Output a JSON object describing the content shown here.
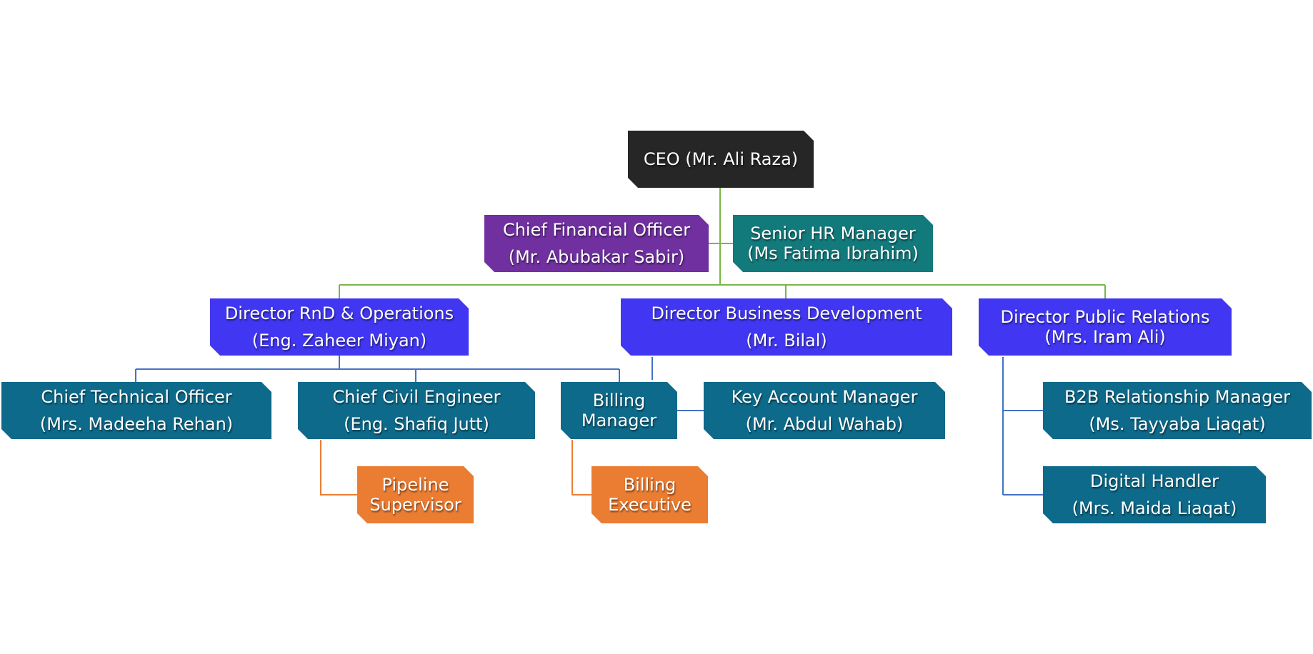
{
  "colors": {
    "ceo": "#262626",
    "cfo": "#7030A0",
    "hr": "#137A7C",
    "director": "#4137F2",
    "manager": "#0E6A8A",
    "staff": "#EB7D33",
    "top_connector": "#7AB648",
    "dept_connector": "#4472C4",
    "staff_connector": "#EB7D33"
  },
  "nodes": {
    "ceo": {
      "line1": "CEO (Mr. Ali Raza)"
    },
    "cfo": {
      "line1": "Chief Financial Officer",
      "line2": "(Mr. Abubakar Sabir)"
    },
    "hr": {
      "line1": "Senior HR Manager",
      "line2": "(Ms Fatima Ibrahim)"
    },
    "dir_rnd": {
      "line1": "Director RnD & Operations",
      "line2": "(Eng. Zaheer Miyan)"
    },
    "dir_bd": {
      "line1": "Director Business Development",
      "line2": "(Mr. Bilal)"
    },
    "dir_pr": {
      "line1": "Director Public Relations",
      "line2": "(Mrs. Iram Ali)"
    },
    "cto": {
      "line1": "Chief Technical Officer",
      "line2": "(Mrs. Madeeha Rehan)"
    },
    "cce": {
      "line1": "Chief Civil Engineer",
      "line2": "(Eng. Shafiq Jutt)"
    },
    "billing_mgr": {
      "line1": "Billing",
      "line2": "Manager"
    },
    "kam": {
      "line1": "Key Account Manager",
      "line2": "(Mr. Abdul Wahab)"
    },
    "b2b": {
      "line1": "B2B Relationship Manager",
      "line2": "(Ms. Tayyaba Liaqat)"
    },
    "digital": {
      "line1": "Digital Handler",
      "line2": "(Mrs. Maida Liaqat)"
    },
    "pipeline": {
      "line1": "Pipeline",
      "line2": "Supervisor"
    },
    "billing_exec": {
      "line1": "Billing",
      "line2": "Executive"
    }
  }
}
